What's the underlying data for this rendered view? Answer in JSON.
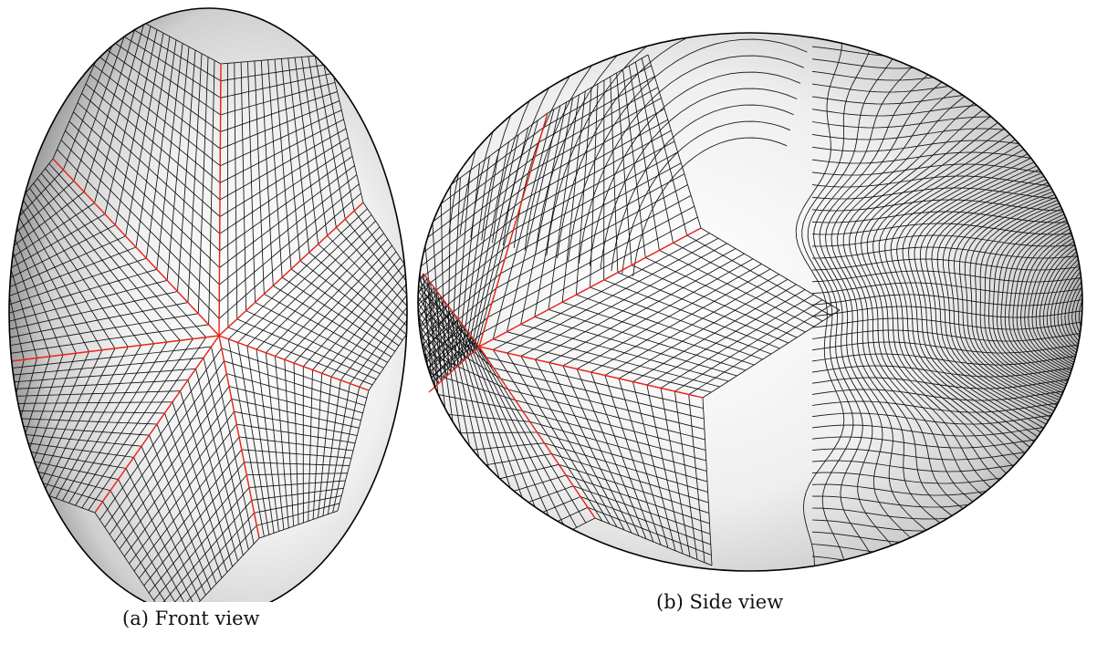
{
  "figure": {
    "panels": [
      {
        "label": "(a)",
        "caption": "Front view"
      },
      {
        "label": "(b)",
        "caption": "Side view"
      }
    ]
  },
  "colors": {
    "mesh": "#111111",
    "seam": "#e8241c",
    "surface_light": "#ffffff",
    "surface_shadow": "#9a9a9a"
  }
}
